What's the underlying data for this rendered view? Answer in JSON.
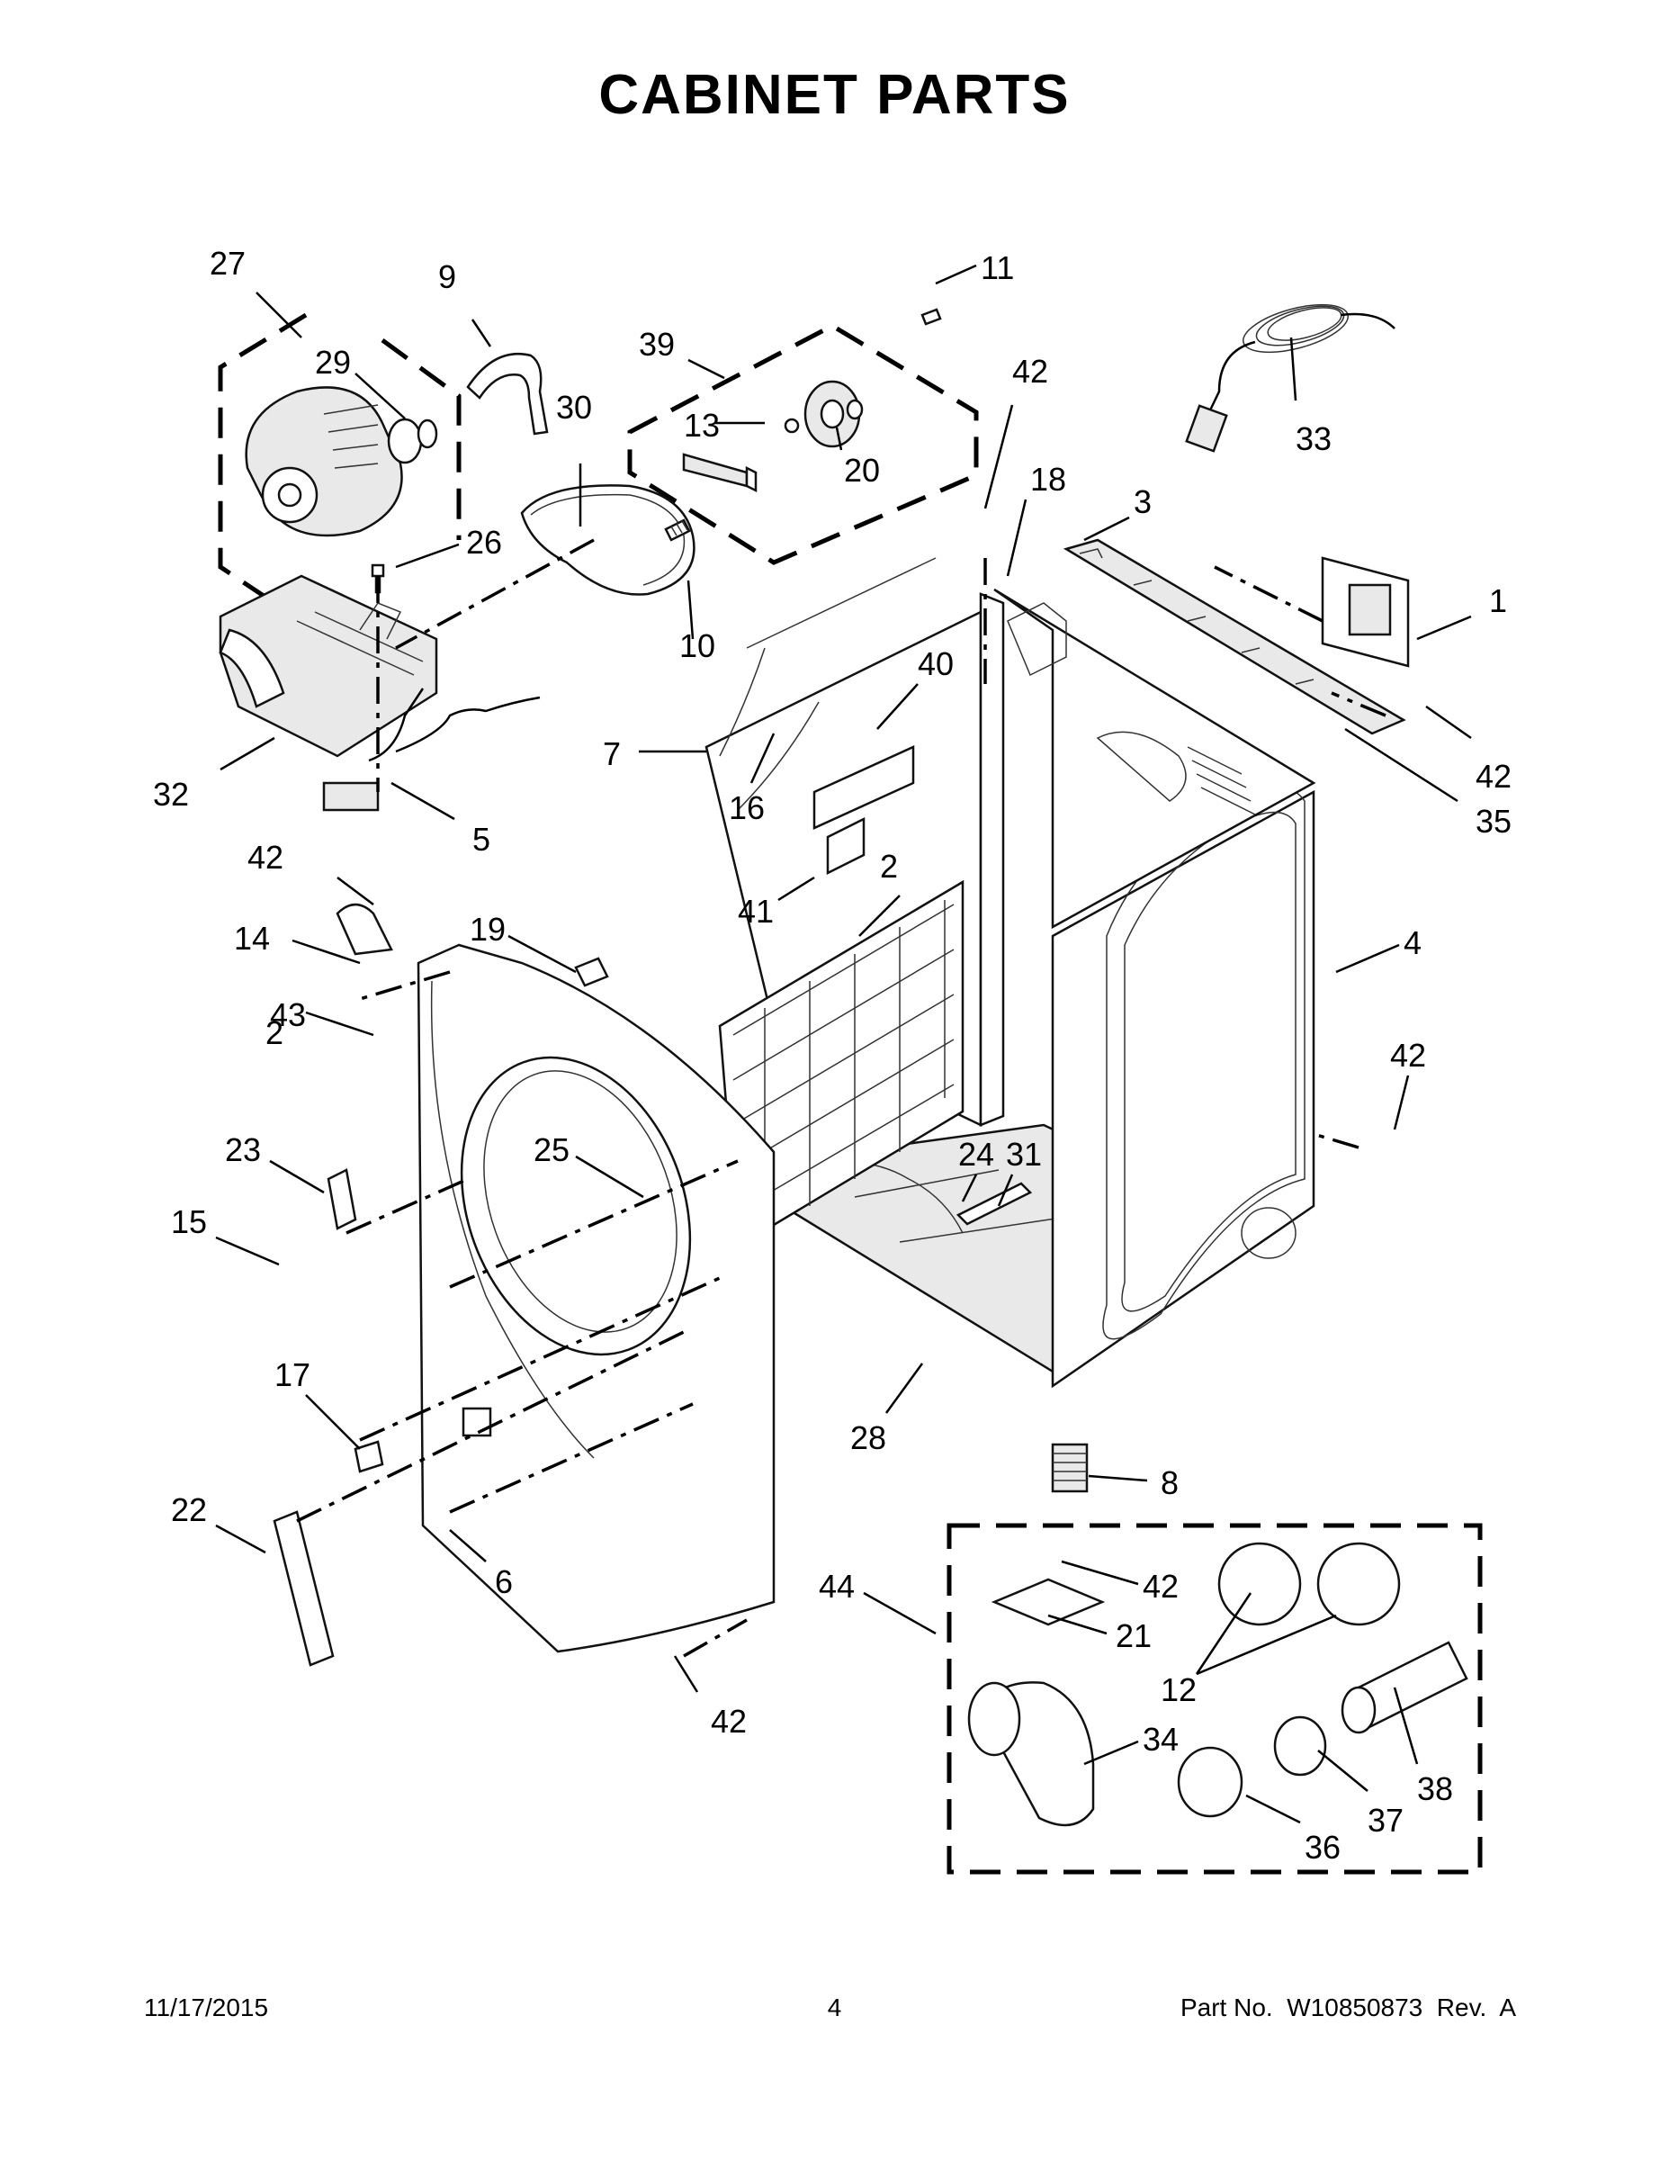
{
  "title": "CABINET PARTS",
  "footer": {
    "date": "11/17/2015",
    "page": "4",
    "part_number": "Part No.  W10850873  Rev.  A"
  },
  "callouts": [
    {
      "id": "c27",
      "text": "27"
    },
    {
      "id": "c9",
      "text": "9"
    },
    {
      "id": "c29",
      "text": "29"
    },
    {
      "id": "c30",
      "text": "30"
    },
    {
      "id": "c26",
      "text": "26"
    },
    {
      "id": "c10",
      "text": "10"
    },
    {
      "id": "c32",
      "text": "32"
    },
    {
      "id": "c5",
      "text": "5"
    },
    {
      "id": "c39",
      "text": "39"
    },
    {
      "id": "c13",
      "text": "13"
    },
    {
      "id": "c20",
      "text": "20"
    },
    {
      "id": "c11",
      "text": "11"
    },
    {
      "id": "c42a",
      "text": "42"
    },
    {
      "id": "c18",
      "text": "18"
    },
    {
      "id": "c3",
      "text": "3"
    },
    {
      "id": "c33",
      "text": "33"
    },
    {
      "id": "c1",
      "text": "1"
    },
    {
      "id": "c42b",
      "text": "42"
    },
    {
      "id": "c35",
      "text": "35"
    },
    {
      "id": "c7",
      "text": "7"
    },
    {
      "id": "c40",
      "text": "40"
    },
    {
      "id": "c16",
      "text": "16"
    },
    {
      "id": "c2a",
      "text": "2"
    },
    {
      "id": "c41",
      "text": "41"
    },
    {
      "id": "c42c",
      "text": "42"
    },
    {
      "id": "c14",
      "text": "14"
    },
    {
      "id": "c19",
      "text": "19"
    },
    {
      "id": "c2b",
      "text": "2"
    },
    {
      "id": "c43",
      "text": "43"
    },
    {
      "id": "c4",
      "text": "4"
    },
    {
      "id": "c42d",
      "text": "42"
    },
    {
      "id": "c23",
      "text": "23"
    },
    {
      "id": "c25",
      "text": "25"
    },
    {
      "id": "c24",
      "text": "24"
    },
    {
      "id": "c31",
      "text": "31"
    },
    {
      "id": "c15",
      "text": "15"
    },
    {
      "id": "c17",
      "text": "17"
    },
    {
      "id": "c28",
      "text": "28"
    },
    {
      "id": "c8",
      "text": "8"
    },
    {
      "id": "c22",
      "text": "22"
    },
    {
      "id": "c6",
      "text": "6"
    },
    {
      "id": "c44",
      "text": "44"
    },
    {
      "id": "c42e",
      "text": "42"
    },
    {
      "id": "c21",
      "text": "21"
    },
    {
      "id": "c12",
      "text": "12"
    },
    {
      "id": "c42f",
      "text": "42"
    },
    {
      "id": "c34",
      "text": "34"
    },
    {
      "id": "c38",
      "text": "38"
    },
    {
      "id": "c37",
      "text": "37"
    },
    {
      "id": "c36",
      "text": "36"
    }
  ]
}
